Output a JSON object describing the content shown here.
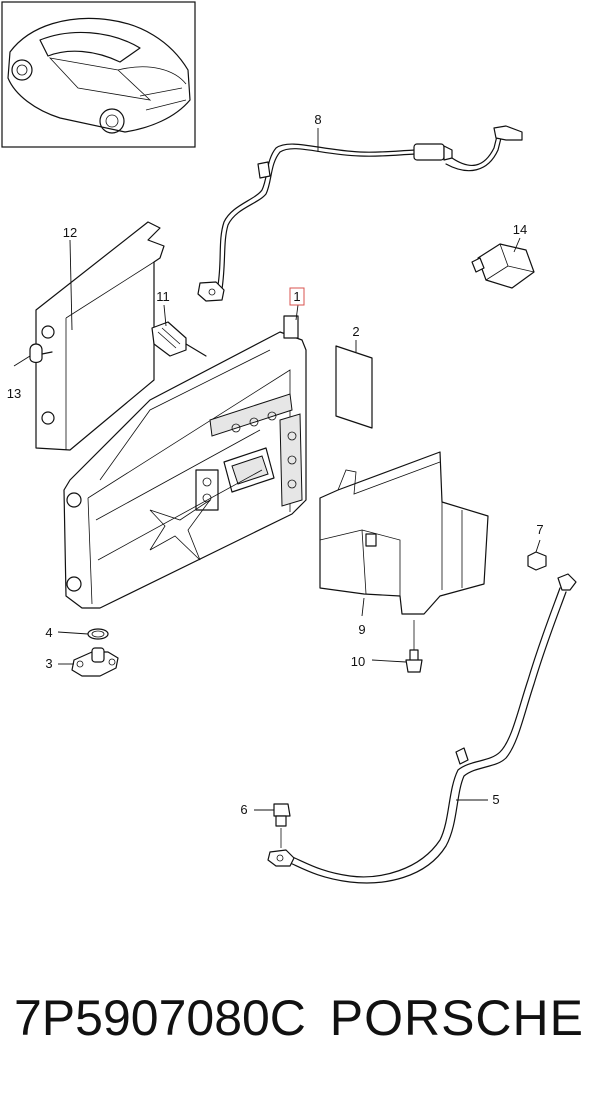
{
  "callouts": [
    {
      "id": "c1",
      "label": "1",
      "highlight": true
    },
    {
      "id": "c2",
      "label": "2"
    },
    {
      "id": "c3",
      "label": "3"
    },
    {
      "id": "c4",
      "label": "4"
    },
    {
      "id": "c5",
      "label": "5"
    },
    {
      "id": "c6",
      "label": "6"
    },
    {
      "id": "c7",
      "label": "7"
    },
    {
      "id": "c8",
      "label": "8"
    },
    {
      "id": "c9",
      "label": "9"
    },
    {
      "id": "c10",
      "label": "10"
    },
    {
      "id": "c11",
      "label": "11"
    },
    {
      "id": "c12",
      "label": "12"
    },
    {
      "id": "c13",
      "label": "13"
    },
    {
      "id": "c14",
      "label": "14"
    }
  ],
  "caption": {
    "part_number": "7P5907080C",
    "brand": "PORSCHE"
  },
  "colors": {
    "line": "#111111",
    "highlight_box": "#d9534f"
  }
}
